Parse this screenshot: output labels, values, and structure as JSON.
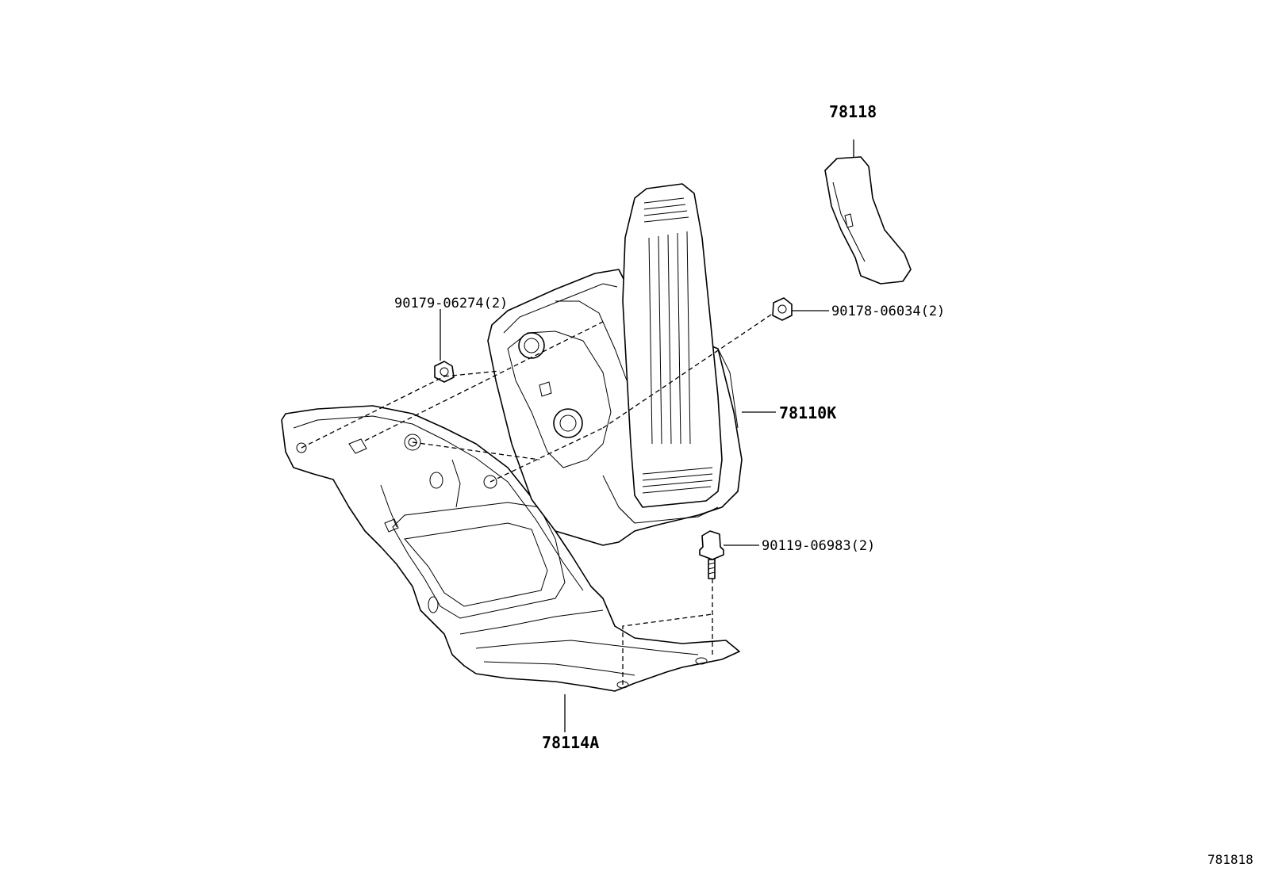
{
  "parts": {
    "pad": "78118",
    "pedal_assembly": "78110K",
    "bracket": "78114A",
    "nut_right": "90178-06034(2)",
    "nut_left": "90179-06274(2)",
    "bolt": "90119-06983(2)"
  },
  "diagram_ref": "781818"
}
